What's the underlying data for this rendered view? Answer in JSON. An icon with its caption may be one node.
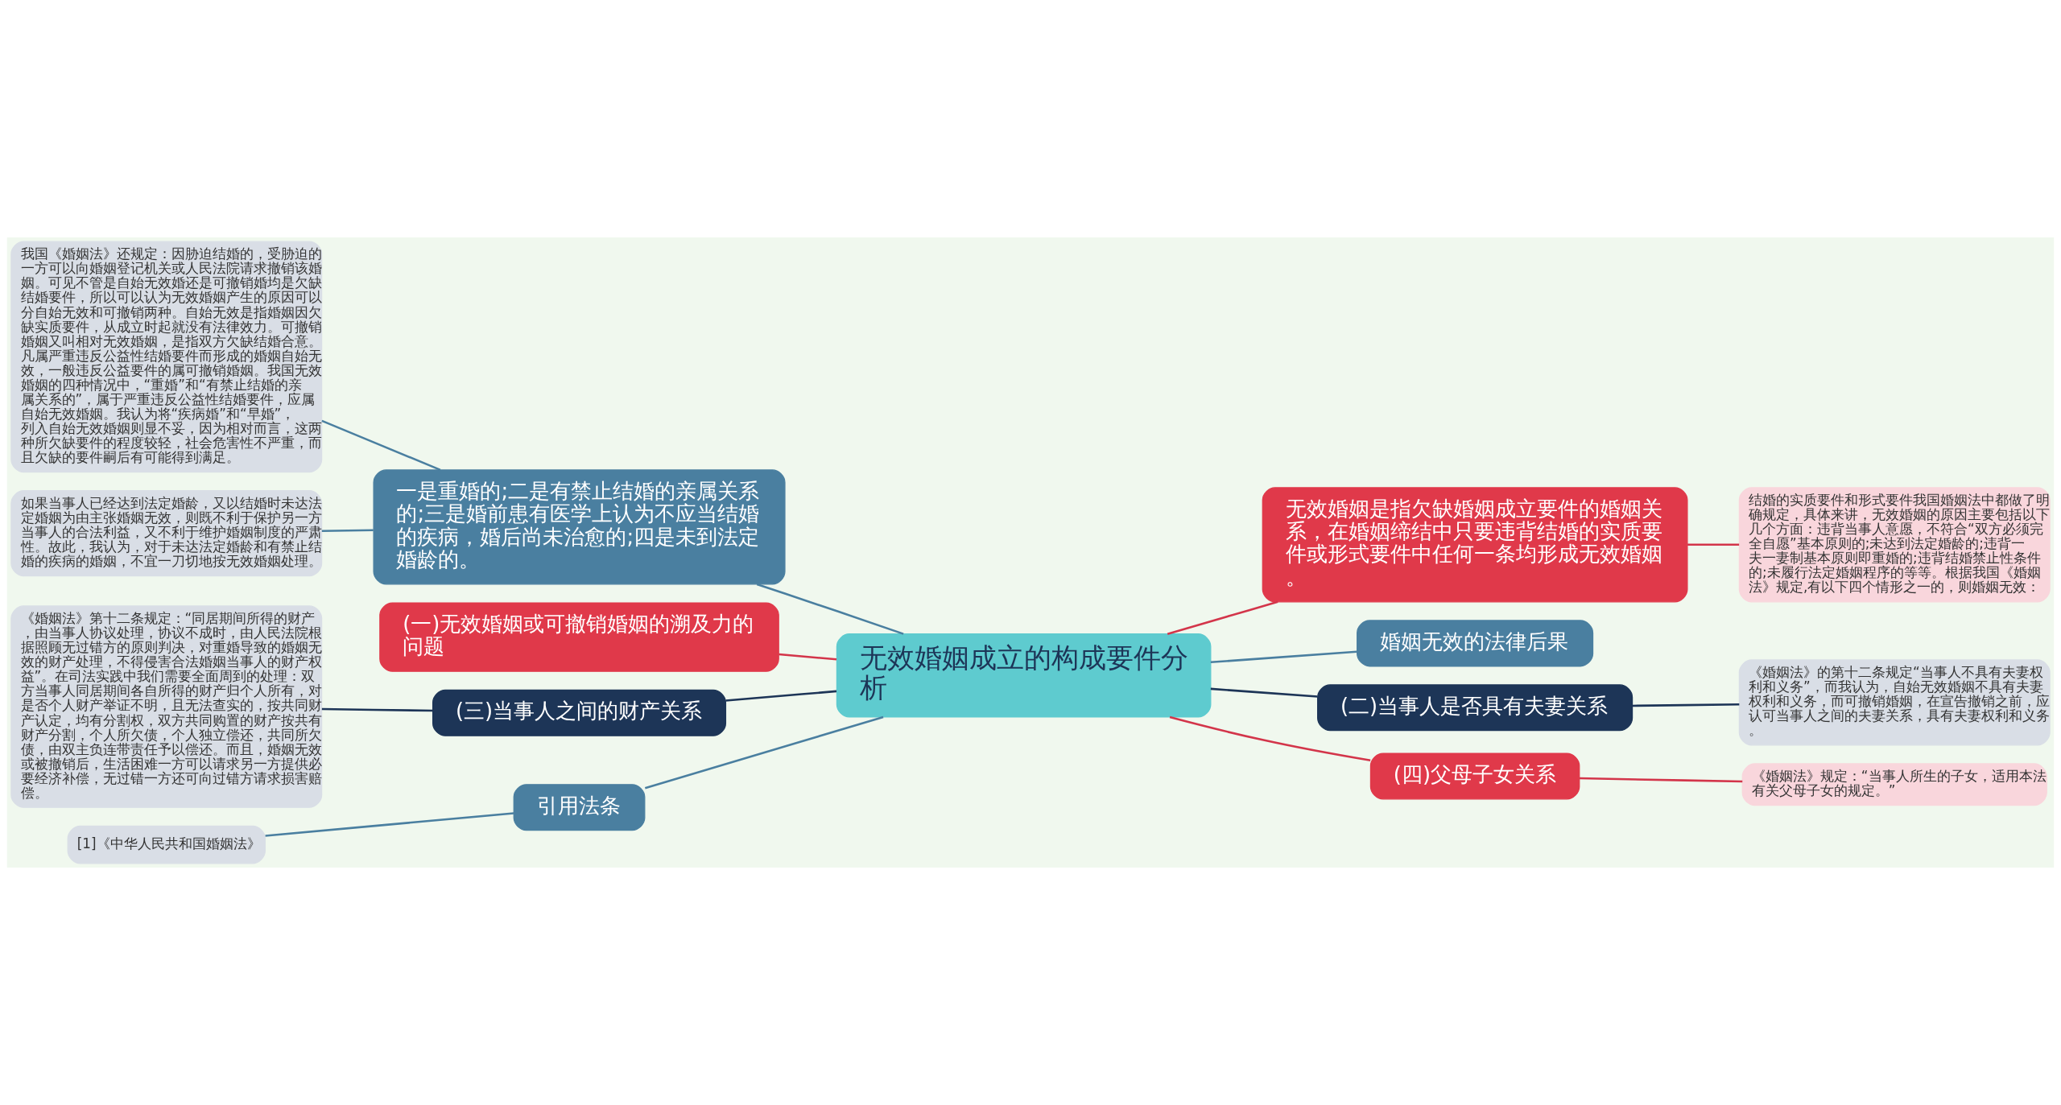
{
  "diagram": {
    "nodes": [
      {
        "text": [
          "无效婚姻成立的构成要件分析"
        ]
      },
      {
        "text": [
          "一是重婚的;二是有禁止结婚的亲属关系的;三是婚前患有医学上认为不应当结婚的疾病，婚后尚未治愈的;四是未到法定婚龄的。"
        ]
      },
      {
        "text": [
          "我国《婚姻法》还规定：因胁迫结婚的，受胁迫的一方可以向婚姻登记机关或人民法院请求撤销该婚姻。可见不管是自始无效婚还是可撤销婚均是欠缺结婚要件，所以可以认为无效婚姻产生的原因可以分自始无效和可撤销两种。自始无效是指婚姻因欠缺实质要件，从成立时起就没有法律效力。可撤销婚姻又叫相对无效婚姻，是指双方欠缺结婚合意。凡属严重违反公益性结婚要件而形成的婚姻自始无效，一般违反公益要件的属可撤销婚姻。我国无效婚姻的四种情况中，“重婚”和“有禁止结婚的亲属关系的”，属于严重违反公益性结婚要件，应属自始无效婚姻。我认为将“疾病婚”和“早婚”，列入自始无效婚姻则显不妥，因为相对而言，这两种所欠缺要件的程度较轻，社会危害性不严重，而且欠缺的要件嗣后有可能得到满足。"
        ]
      },
      {
        "text": [
          "如果当事人已经达到法定婚龄，又以结婚时未达法定婚姻为由主张婚姻无效，则既不利于保护另一方当事人的合法利益，又不利于维护婚姻制度的严肃性。故此，我认为，对于未达法定婚龄和有禁止结婚的疾病的婚姻，不宜一刀切地按无效婚姻处理。"
        ]
      },
      {
        "text": [
          "(一)无效婚姻或可撤销婚姻的溯及力的问题"
        ]
      },
      {
        "text": [
          "(三)当事人之间的财产关系"
        ]
      },
      {
        "text": [
          "《婚姻法》第十二条规定：“同居期间所得的财产，由当事人协议处理，协议不成时，由人民法院根据照顾无过错方的原则判决，对重婚导致的婚姻无效的财产处理，不得侵害合法婚姻当事人的财产权益”。在司法实践中我们需要全面周到的处理：双方当事人同居期间各自所得的财产归个人所有，对是否个人财产举证不明，且无法查实的，按共同财产认定，均有分割权，双方共同购置的财产按共有财产分割，个人所欠债，个人独立偿还，共同所欠债，由双主负连带责任予以偿还。而且，婚姻无效或被撤销后，生活困难一方可以请求另一方提供必要经济补偿，无过错一方还可向过错方请求损害赔偿。"
        ]
      },
      {
        "text": [
          "引用法条"
        ]
      },
      {
        "text": [
          "[1]《中华人民共和国婚姻法》"
        ]
      },
      {
        "text": [
          "无效婚姻是指欠缺婚姻成立要件的婚姻关系，在婚姻缔结中只要违背结婚的实质要件或形式要件中任何一条均形成无效婚姻。"
        ]
      },
      {
        "text": [
          "结婚的实质要件和形式要件我国婚姻法中都做了明确规定，具体来讲，无效婚姻的原因主要包括以下几个方面：违背当事人意愿，不符合“双方必须完全自愿”基本原则的;未达到法定婚龄的;违背一夫一妻制基本原则即重婚的;违背结婚禁止性条件的;未履行法定婚姻程序的等等。根据我国《婚姻法》规定,有以下四个情形之一的，则婚姻无效："
        ]
      },
      {
        "text": [
          "婚姻无效的法律后果"
        ]
      },
      {
        "text": [
          "(二)当事人是否具有夫妻关系"
        ]
      },
      {
        "text": [
          "《婚姻法》的第十二条规定“当事人不具有夫妻权利和义务”，而我认为，自始无效婚姻不具有夫妻权利和义务，而可撤销婚姻，在宣告撤销之前，应认可当事人之间的夫妻关系，具有夫妻权利和义务。"
        ]
      },
      {
        "text": [
          "(四)父母子女关系"
        ]
      },
      {
        "text": [
          "《婚姻法》规定：“当事人所生的子女，适用本法有关父母子女的规定。”"
        ]
      }
    ],
    "edges": [
      {
        "from": 0,
        "to": 1,
        "arrow": "none",
        "color": "#4a7fa0"
      },
      {
        "from": 1,
        "to": 2,
        "arrow": "none",
        "color": "#4a7fa0"
      },
      {
        "from": 1,
        "to": 3,
        "arrow": "none",
        "color": "#4a7fa0"
      },
      {
        "from": 0,
        "to": 4,
        "arrow": "none",
        "color": "#d3354a"
      },
      {
        "from": 0,
        "to": 5,
        "arrow": "none",
        "color": "#1d3557"
      },
      {
        "from": 5,
        "to": 6,
        "arrow": "none",
        "color": "#1d3557"
      },
      {
        "from": 0,
        "to": 7,
        "arrow": "none",
        "color": "#4a7fa0"
      },
      {
        "from": 7,
        "to": 8,
        "arrow": "none",
        "color": "#4a7fa0"
      },
      {
        "from": 0,
        "to": 9,
        "arrow": "none",
        "color": "#d3354a"
      },
      {
        "from": 9,
        "to": 10,
        "arrow": "none",
        "color": "#d3354a"
      },
      {
        "from": 0,
        "to": 11,
        "arrow": "none",
        "color": "#4a7fa0"
      },
      {
        "from": 0,
        "to": 12,
        "arrow": "none",
        "color": "#1d3557"
      },
      {
        "from": 12,
        "to": 13,
        "arrow": "none",
        "color": "#1d3557"
      },
      {
        "from": 0,
        "to": 14,
        "arrow": "none",
        "color": "#d3354a"
      },
      {
        "from": 14,
        "to": 15,
        "arrow": "none",
        "color": "#d3354a"
      }
    ]
  }
}
